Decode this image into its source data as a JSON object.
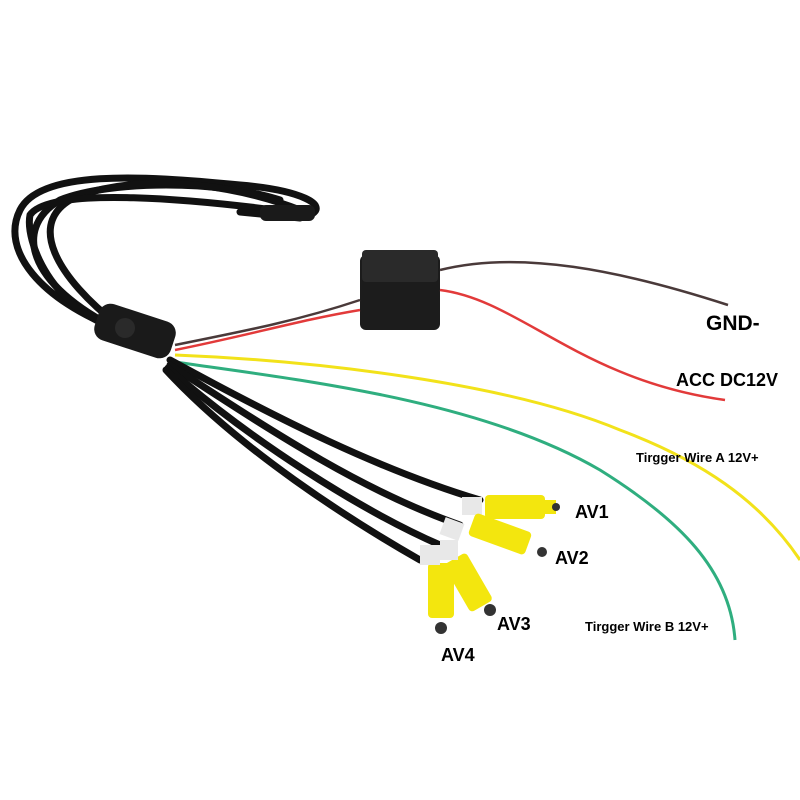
{
  "labels": {
    "gnd": "GND-",
    "acc": "ACC DC12V",
    "trigger_a": "Tirgger Wire A 12V+",
    "trigger_b": "Tirgger Wire B 12V+",
    "av1": "AV1",
    "av2": "AV2",
    "av3": "AV3",
    "av4": "AV4"
  },
  "colors": {
    "cable": "#111111",
    "gnd_wire": "#4a3a3a",
    "acc_wire": "#e23a3a",
    "trigger_a_wire": "#f2e21a",
    "trigger_b_wire": "#2fae7f",
    "rca_body": "#f3e60e"
  }
}
